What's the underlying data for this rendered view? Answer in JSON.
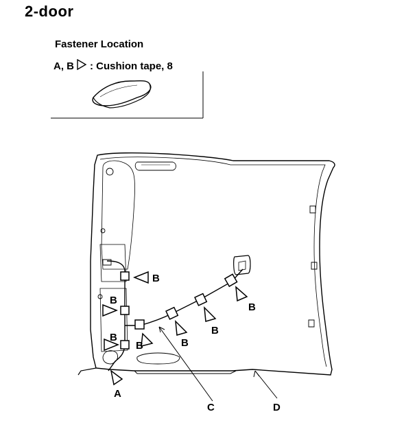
{
  "title": "2-door",
  "fastener": {
    "heading": "Fastener Location",
    "legend_prefix": "A, B",
    "legend_text": ": Cushion tape, 8"
  },
  "labels": {
    "b": "B",
    "a": "A",
    "c": "C",
    "d": "D"
  }
}
